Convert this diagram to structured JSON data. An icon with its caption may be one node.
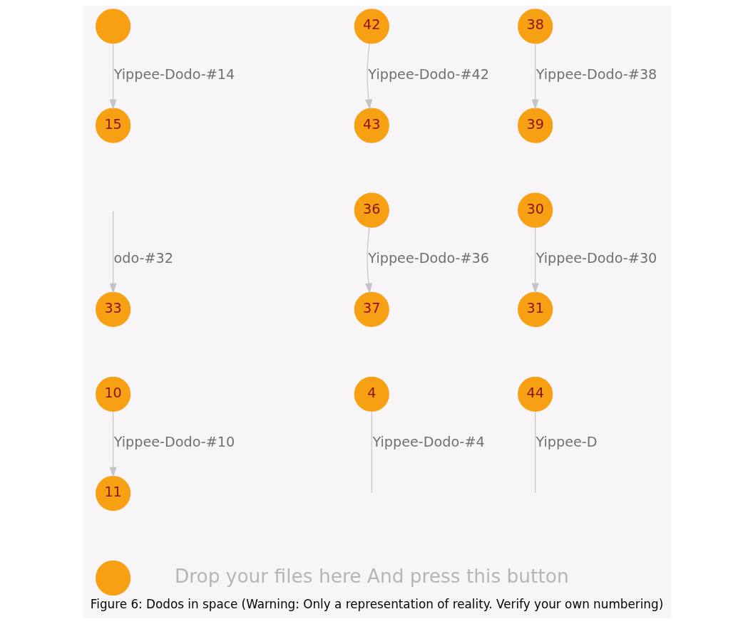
{
  "diagram": {
    "caption": "Figure 6: Dodos in space (Warning: Only a representation of reality. Verify your own numbering)",
    "nodes": [
      {
        "text": [],
        "shape": "circle"
      },
      {
        "text": [
          "15"
        ]
      },
      {
        "text": [
          "42"
        ]
      },
      {
        "text": [
          "43"
        ]
      },
      {
        "text": [
          "38"
        ]
      },
      {
        "text": [
          "39"
        ]
      },
      {
        "text": [
          "33"
        ]
      },
      {
        "text": [],
        "shape": "circle"
      },
      {
        "text": [
          "36"
        ]
      },
      {
        "text": [
          "37"
        ]
      },
      {
        "text": [
          "30"
        ]
      },
      {
        "text": [
          "31"
        ]
      },
      {
        "text": [
          "10"
        ]
      },
      {
        "text": [
          "11"
        ]
      },
      {
        "text": [
          "4"
        ]
      },
      {
        "text": [
          "44"
        ]
      }
    ],
    "edges": [
      {
        "from": 0,
        "to": 1,
        "arrow": "to",
        "label": "Yippee-Dodo-#14"
      },
      {
        "from": 2,
        "to": 3,
        "arrow": "to",
        "label": "Yippee-Dodo-#42"
      },
      {
        "from": 4,
        "to": 5,
        "arrow": "to",
        "label": "Yippee-Dodo-#38"
      },
      {
        "from": null,
        "to": 6,
        "arrow": "to",
        "label": "odo-#32"
      },
      {
        "from": 8,
        "to": 9,
        "arrow": "to",
        "label": "Yippee-Dodo-#36"
      },
      {
        "from": 10,
        "to": 11,
        "arrow": "to",
        "label": "Yippee-Dodo-#30"
      },
      {
        "from": 12,
        "to": 13,
        "arrow": "to",
        "label": "Yippee-Dodo-#10"
      },
      {
        "from": 14,
        "to": null,
        "arrow": "none",
        "label": "Yippee-Dodo-#4"
      },
      {
        "from": 15,
        "to": null,
        "arrow": "none",
        "label": "Yippee-D"
      }
    ],
    "labels": [
      "Drop your files here And press this button"
    ]
  }
}
